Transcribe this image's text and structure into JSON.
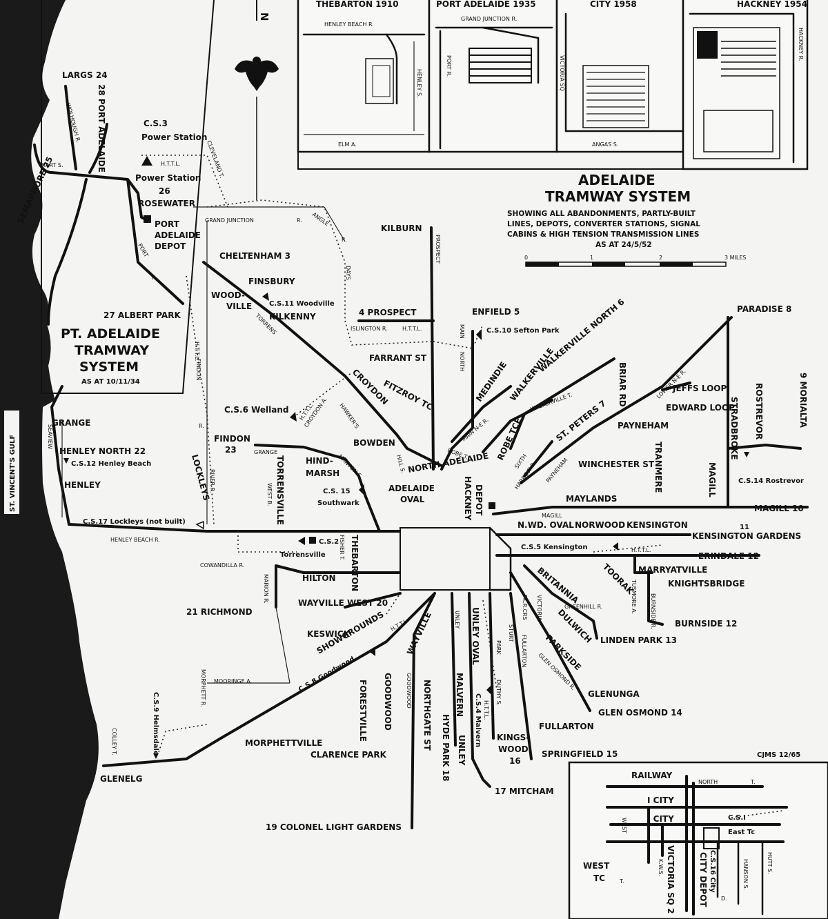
{
  "header": {
    "inset_titles": [
      "THEBARTON 1910",
      "PORT ADELAIDE 1935",
      "CITY 1958",
      "HACKNEY 1954"
    ],
    "north": "N"
  },
  "title": {
    "line1": "ADELAIDE",
    "line2": "TRAMWAY SYSTEM",
    "sub1": "SHOWING ALL ABANDONMENTS, PARTLY-BUILT",
    "sub2": "LINES, DEPOTS, CONVERTER STATIONS, SIGNAL",
    "sub3": "CABINS & HIGH TENSION TRANSMISSION LINES",
    "sub4": "AS AT 24/5/52"
  },
  "scale": {
    "labels": [
      "0",
      "1",
      "2",
      "3 MILES"
    ]
  },
  "port_title": {
    "line1": "PT. ADELAIDE",
    "line2": "TRAMWAY",
    "line3": "SYSTEM",
    "line4": "AS AT 10/11/34"
  },
  "inset_streets": {
    "henley_beach_r": "HENLEY BEACH R.",
    "henley_s": "HENLEY S.",
    "elm_a": "ELM A.",
    "grand_junction_r": "GRAND JUNCTION R.",
    "port_r": "PORT R.",
    "victoria_sq": "VICTORIA SQ",
    "angas_s": "ANGAS S.",
    "hackney_r": "HACKNEY R."
  },
  "places": {
    "largs": "LARGS 24",
    "port_adelaide": "28 PORT ADELAIDE",
    "semaphore": "SEMAPHORE 25",
    "cs3": "C.S.3",
    "power_station1": "Power Station",
    "httl1": "H.T.T.L.",
    "power_station2": "Power Station",
    "rosewater": "26",
    "rosewater2": "ROSEWATER",
    "pa_depot1": "PORT",
    "pa_depot2": "ADELAIDE",
    "pa_depot3": "DEPOT",
    "albert_park": "27 ALBERT PARK",
    "cheltenham": "CHELTENHAM 3",
    "finsbury": "FINSBURY",
    "woodville1": "WOOD-",
    "woodville2": "VILLE",
    "cs11": "C.S.11 Woodville",
    "kilkenny": "KILKENNY",
    "kilburn": "KILBURN",
    "prospect": "4  PROSPECT",
    "enfield": "ENFIELD 5",
    "cs10": "C.S.10 Sefton Park",
    "farrant": "FARRANT ST",
    "fitzroy": "FITZROY TC",
    "croydon": "CROYDON",
    "medindie": "MEDINDIE",
    "walkerville": "WALKERVILLE",
    "walkerville_n": "WALKERVILLE NORTH 6",
    "st_peters": "ST. PETERS 7",
    "briar": "BRIAR RD",
    "paradise": "PARADISE 8",
    "jeffs": "JEFFS LOOP",
    "edward": "EDWARD LOOP",
    "payneham": "PAYNEHAM",
    "morialta": "9  MORIALTA",
    "rostrevor": "ROSTREVOR",
    "stradbroke": "STRADBROKE",
    "tranmere": "TRANMERE",
    "magill": "MAGILL",
    "cs14": "C.S.14 Rostrevor",
    "winchester": "WINCHESTER ST",
    "maylands": "MAYLANDS",
    "magill10": "MAGILL 10",
    "nwd_oval": "N.WD. OVAL",
    "norwood": "NORWOOD",
    "kensington": "KENSINGTON",
    "kens_gardens": "KENSINGTON GARDENS",
    "n11": "11",
    "cs5": "C.S.5 Kensington",
    "erindale": "ERINDALE 12",
    "marryatville": "MARRYATVILLE",
    "knightsbridge": "KNIGHTSBRIDGE",
    "toorak": "TOORAK",
    "britannia": "BRITANNIA",
    "burnside": "BURNSIDE 12",
    "dulwich": "DULWICH",
    "linden": "LINDEN PARK 13",
    "parkside": "PARKSIDE",
    "glenunga": "GLENUNGA",
    "glen_osmond": "GLEN OSMOND 14",
    "fullarton": "FULLARTON",
    "springfield": "SPRINGFIELD 15",
    "kingswood1": "KINGS-",
    "kingswood2": "WOOD",
    "kingswood3": "16",
    "mitcham": "17  MITCHAM",
    "colonel": "19   COLONEL LIGHT GARDENS",
    "hyde_park": "HYDE PARK 18",
    "northgate": "NORTHGATE ST",
    "unley": "UNLEY",
    "malvern": "MALVERN",
    "cs4": "C.S.4 Malvern",
    "unley_oval": "UNLEY OVAL",
    "goodwood": "GOODWOOD",
    "forestville": "FORESTVILLE",
    "clarence": "CLARENCE PARK",
    "wayville": "WAYVILLE",
    "showgrounds": "SHOWGROUNDS",
    "cs8": "C.S.8 Goodwood",
    "keswick": "KESWICK",
    "wayville_w": "WAYVILLE WEST 20",
    "hilton": "HILTON",
    "richmond": "21  RICHMOND",
    "thebarton": "THEBARTON",
    "cs2": "C.S.2",
    "torrensville": "Torrensville",
    "cs15a": "C.S. 15",
    "cs15b": "Southwark",
    "hindmarsh1": "HIND-",
    "hindmarsh2": "MARSH",
    "bowden": "BOWDEN",
    "adelaide_oval1": "ADELAIDE",
    "adelaide_oval2": "OVAL",
    "north_adelaide": "NORTH  ADELAIDE",
    "hackney_depot1": "HACKNEY",
    "hackney_depot2": "DEPOT",
    "robe_tce": "ROBE TCE",
    "torrensville_v": "TORRENSVILLE",
    "lockleys": "LOCKLEYS",
    "findon1": "FINDON",
    "findon2": "23",
    "cs6": "C.S.6 Welland",
    "grange": "GRANGE",
    "henley_n": "HENLEY NORTH 22",
    "cs12": "C.S.12 Henley Beach",
    "henley": "HENLEY",
    "cs17": "C.S.17 Lockleys (not built)",
    "cs9": "C.S.9 Helmsdale",
    "morphettville": "MORPHETTVILLE",
    "glenelg": "GLENELG",
    "gulf": "ST. VINCENT'S GULF",
    "credit": "CJMS 12/65"
  },
  "streets": {
    "cleveland": "CLEVELAND T.",
    "grand_junction": "GRAND JUNCTION",
    "r1": "R.",
    "angle": "ANGLE",
    "r2": "R.",
    "port_r1": "PORT",
    "port_r2": "R.",
    "hart": "HART S.",
    "wolhough": "WOLHOUGH R.",
    "torrens": "TORRENS",
    "httl_findon": "H.T.T.L.",
    "findon_r": "FINDON",
    "islington": "ISLINGTON R.",
    "httl_islington": "H.T.T.L.",
    "prospect_r": "PROSPECT",
    "days": "DAYS",
    "main_north": "MAIN",
    "north_r": "NORTH",
    "croydon_a": "CROYDON A.",
    "httl_croydon": "H.T.T.L.",
    "hawkers": "HAWKER'S",
    "manton": "MANTON S.",
    "hill_s": "HILL S.",
    "robe_t": "ROBE T.",
    "main_ne": "MAIN N-E R.",
    "walkerville_t": "WALKERVILLE T.",
    "lower_ne": "LOWER N-E R.",
    "sixth": "SIXTH",
    "harrow": "HARROW R.",
    "payneham_r": "PAYNEHAM",
    "magill_r": "MAGILL",
    "httl_kens": "H.T.T.L.",
    "greenhill": "GREENHILL R.",
    "tusmore": "TUSMORE A.",
    "burnside_r": "BURNSIDE R.",
    "glen_osmond_r": "GLEN OSMOND R.",
    "fullarton_r": "FULLARTON",
    "duthy": "DUTHY S.",
    "pk_r_crs": "PK.R.CRS",
    "victoria": "VICTORIA",
    "sturt": "STURT",
    "park": "PARK",
    "httl_malvern": "H.T.T.L.",
    "goodwood_r": "GOODWOOD",
    "unley_r": "UNLEY",
    "httl_sh": "H.T.T.L.",
    "fisher": "FISHER T.",
    "cowandilla": "COWANDILLA R.",
    "marion": "MARION R.",
    "henley_beach": "HENLEY BEACH R.",
    "grange_r": "GRANGE",
    "west_b": "WEST B.",
    "river_r": "RIVER R.",
    "r3": "R.",
    "morphett": "MORPHETT R.",
    "mooringe": "MOORINGE A.",
    "colley": "COLLEY T.",
    "seaview": "SEAVIEW"
  },
  "city_inset": {
    "railway": "RAILWAY",
    "north": "NORTH",
    "t": "T.",
    "city1": "I CITY",
    "city2": "I CITY",
    "cs1": "C.S.I",
    "east": "East Tc",
    "west": "WEST",
    "t2": "T.",
    "west_tc1": "WEST",
    "west_tc2": "TC",
    "kws": "K.W.S.",
    "victoria_sq2": "VICTORIA SQ 2",
    "cs16": "C.S.16 City",
    "city_depot": "CITY DEPOT",
    "hanson": "HANSON S.",
    "hutt": "HUTT S.",
    "d": "D."
  }
}
